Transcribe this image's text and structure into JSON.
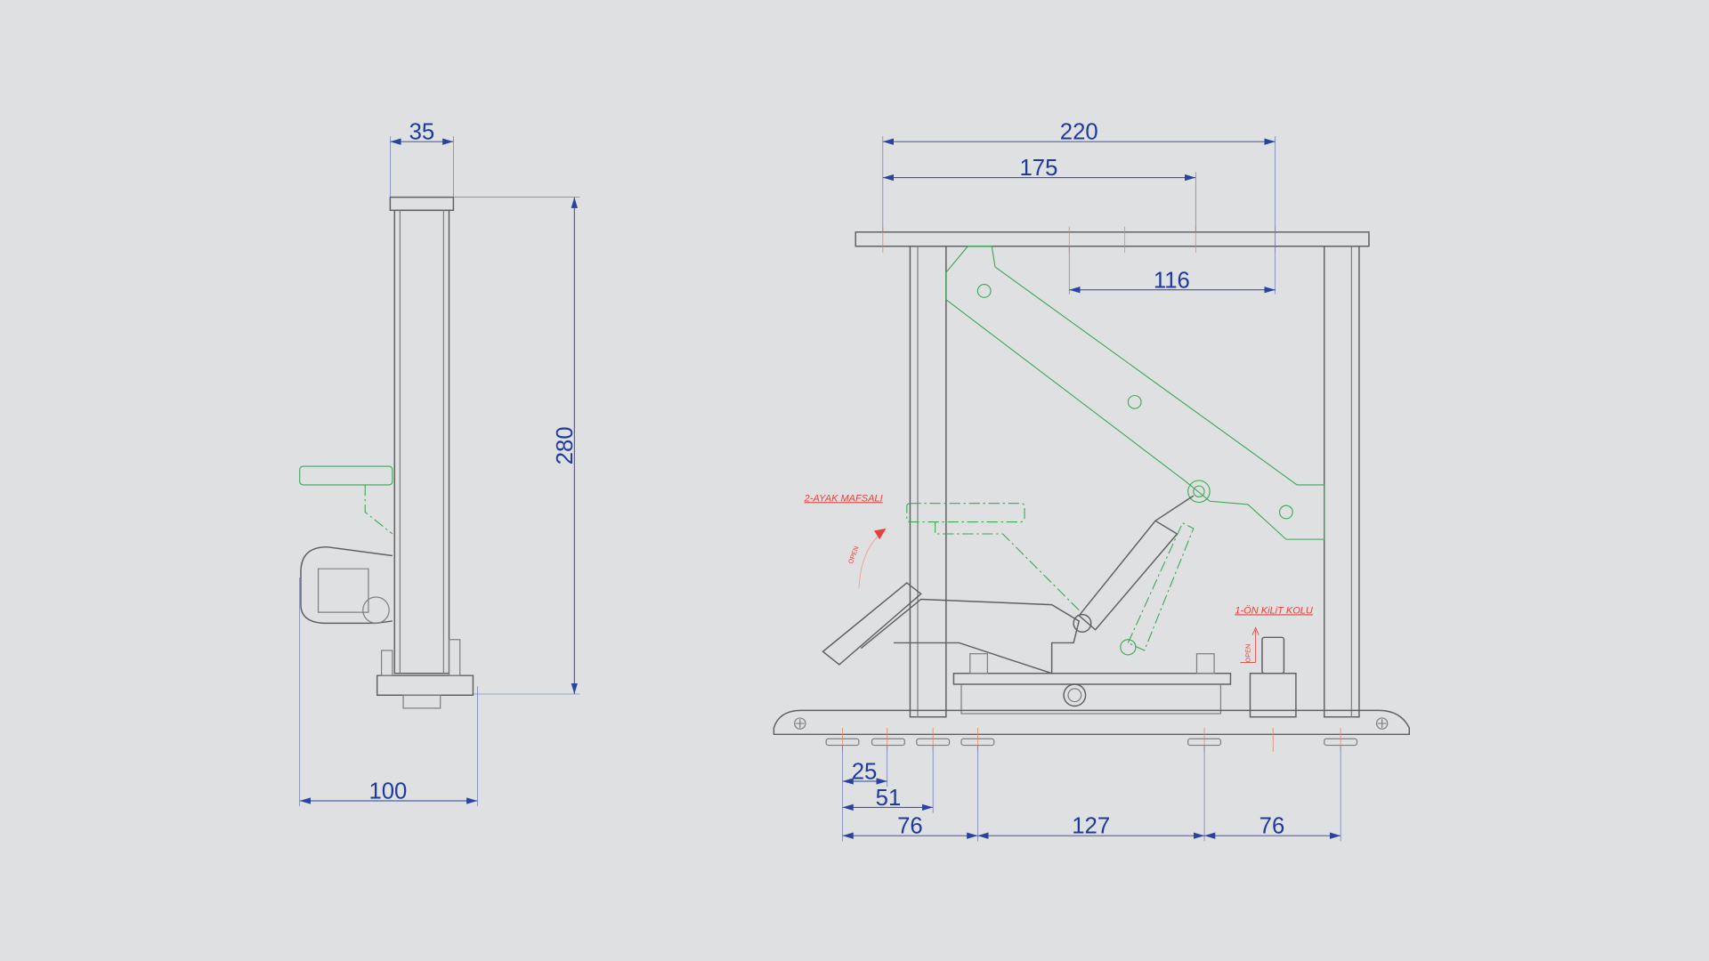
{
  "side_view": {
    "dimensions": {
      "width_top": "35",
      "height": "280",
      "depth": "100"
    }
  },
  "front_view": {
    "dimensions": {
      "overall_top": "220",
      "top_175": "175",
      "top_116": "116",
      "bottom_25": "25",
      "bottom_51": "51",
      "bottom_76_left": "76",
      "bottom_127": "127",
      "bottom_76_right": "76"
    },
    "labels": {
      "leg_joint": "2-AYAK MAFSALI",
      "front_lock": "1-ÖN KiLiT KOLU",
      "open_left": "OPEN",
      "open_right": "OPEN"
    }
  },
  "colors": {
    "background": "#dfe0e2",
    "dimension": "#2a43a0",
    "annotation": "#e8403a",
    "moving_part": "#3fa654"
  }
}
